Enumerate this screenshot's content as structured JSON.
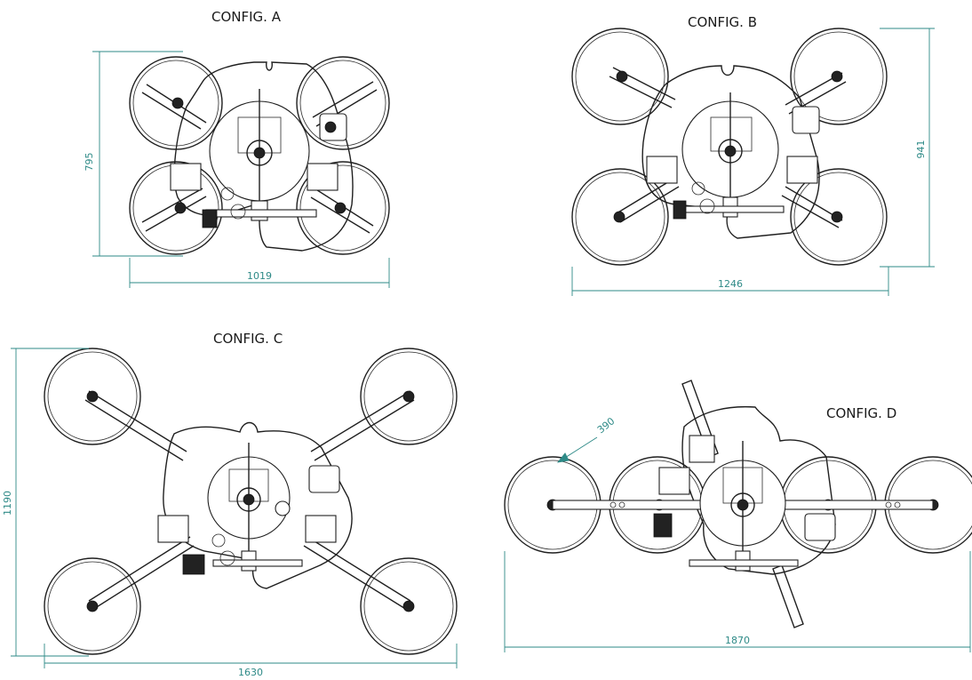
{
  "colors": {
    "ink": "#1f1f1f",
    "dimension": "#2e8a87",
    "background": "#ffffff"
  },
  "configs": [
    {
      "id": "A",
      "label": "CONFIG. A",
      "dims": {
        "height": "795",
        "width": "1019"
      }
    },
    {
      "id": "B",
      "label": "CONFIG. B",
      "dims": {
        "height": "941",
        "width": "1246"
      }
    },
    {
      "id": "C",
      "label": "CONFIG. C",
      "dims": {
        "height": "1190",
        "width": "1630"
      }
    },
    {
      "id": "D",
      "label": "CONFIG. D",
      "dims": {
        "pad": "390",
        "width": "1870"
      }
    }
  ]
}
